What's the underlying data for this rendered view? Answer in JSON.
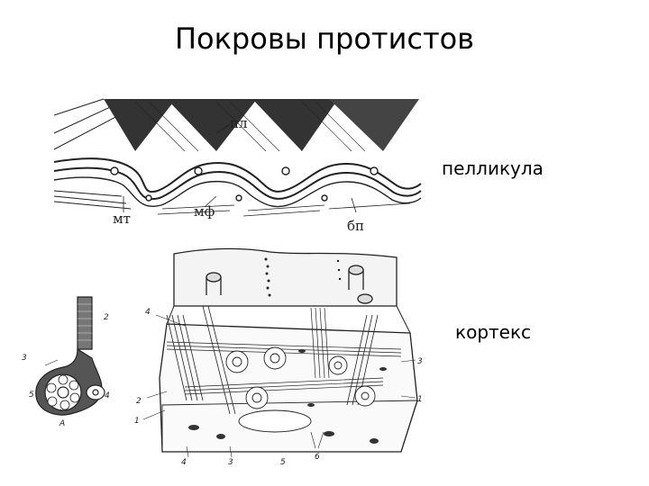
{
  "slide": {
    "title": "Покровы протистов"
  },
  "side_labels": {
    "pellicle": "пелликула",
    "cortex": "кортекс"
  },
  "pellicle_figure": {
    "labels": {
      "pl": "пл",
      "mt": "мт",
      "mf": "мф",
      "bp": "бп"
    }
  },
  "cortex_figure": {
    "small_inset": {
      "label_2": "2",
      "label_3": "3",
      "label_5": "5",
      "label_4": "4",
      "label_A": "А"
    },
    "block": {
      "label_4_top": "4",
      "label_2_left": "2",
      "label_1_left": "1",
      "label_4_bottom": "4",
      "label_3_bottom": "3",
      "label_5_bottom": "5",
      "label_6_bottom": "6",
      "label_3_right": "3",
      "label_1_right": "1"
    }
  }
}
